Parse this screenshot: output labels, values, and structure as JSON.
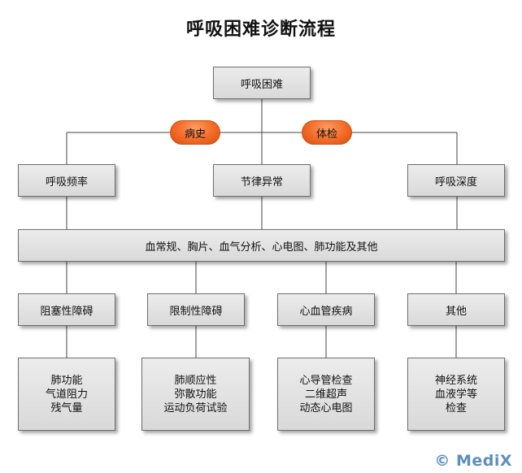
{
  "title": "呼吸困难诊断流程",
  "root": "呼吸困难",
  "connectors": [
    "病史",
    "体检"
  ],
  "level2": [
    "呼吸频率",
    "节律异常",
    "呼吸深度"
  ],
  "exams": "血常规、胸片、血气分析、心电图、肺功能及其他",
  "categories": [
    "阻塞性障碍",
    "限制性障碍",
    "心血管疾病",
    "其他"
  ],
  "details": [
    [
      "肺功能",
      "气道阻力",
      "残气量"
    ],
    [
      "肺顺应性",
      "弥散功能",
      "运动负荷试验"
    ],
    [
      "心导管检查",
      "二维超声",
      "动态心电图"
    ],
    [
      "神经系统",
      "血液学等",
      "检查"
    ]
  ],
  "watermark": "© MediX"
}
